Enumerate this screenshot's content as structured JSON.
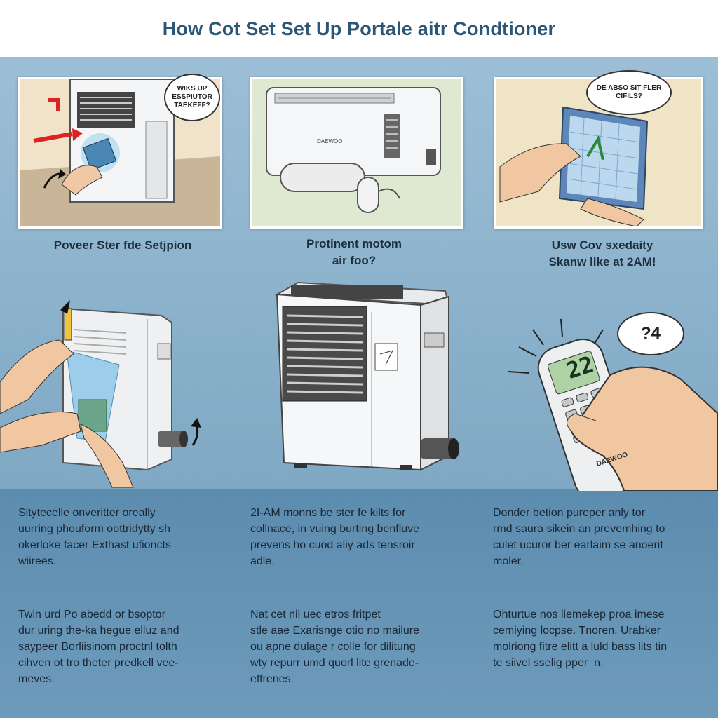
{
  "header": {
    "title": "How Cot Set Set Up Portale aitr Condtioner"
  },
  "panels": [
    {
      "bubble": "WIKS UP ESSPIUTOR TAEKEFF?",
      "caption": "Poveer Ster fde Setjpion"
    },
    {
      "unit_brand": "DAEWOO",
      "caption": [
        "Protinent motom",
        "air foo?"
      ]
    },
    {
      "bubble": "DE ABSO SIT FLER CIFILS?",
      "caption": [
        "Usw Cov sxedaity",
        "Skanw like at 2AM!"
      ]
    }
  ],
  "middle": {
    "remote_bubble": "?4",
    "remote_display": "22",
    "remote_brand": "DAEWOO"
  },
  "columns": [
    {
      "para1": [
        "Sltytecelle onveritter oreally",
        "uurring phouform oottridytty sh",
        "okerloke facer  Exthast ufioncts",
        "wiirees."
      ],
      "para2": [
        "Twin urd Po abedd or bsoptor",
        "dur uring the-ka hegue elluz and",
        "saypeer Borliisinom proctnl tolth",
        "cihven ot tro theter predkell vee-",
        "meves."
      ]
    },
    {
      "para1": [
        "2I-AM monns be ster fe kilts for",
        "collnace, in vuing burting benfluve",
        "prevens ho cuod aliy ads tensroir",
        "adle."
      ],
      "para2": [
        "Nat cet nil uec etros fritpet",
        "stle aae Exarisnge otio no mailure",
        "ou apne dulage r colle for dilitung",
        "wty repurr umd quorl lite grenade-",
        "effrenes."
      ]
    },
    {
      "para1": [
        "Donder betion pureper anly tor",
        "rmd saura sikein an prevemhing to",
        "culet ucuror ber earlaim se anoerit",
        "moler."
      ],
      "para2": [
        "Ohturtue nos liemekep proa imese",
        "cemiying locpse.  Tnoren.  Urabker",
        "molriong fitre elitt a luld bass lits tin",
        "te siivel sselig pper_n."
      ]
    }
  ]
}
